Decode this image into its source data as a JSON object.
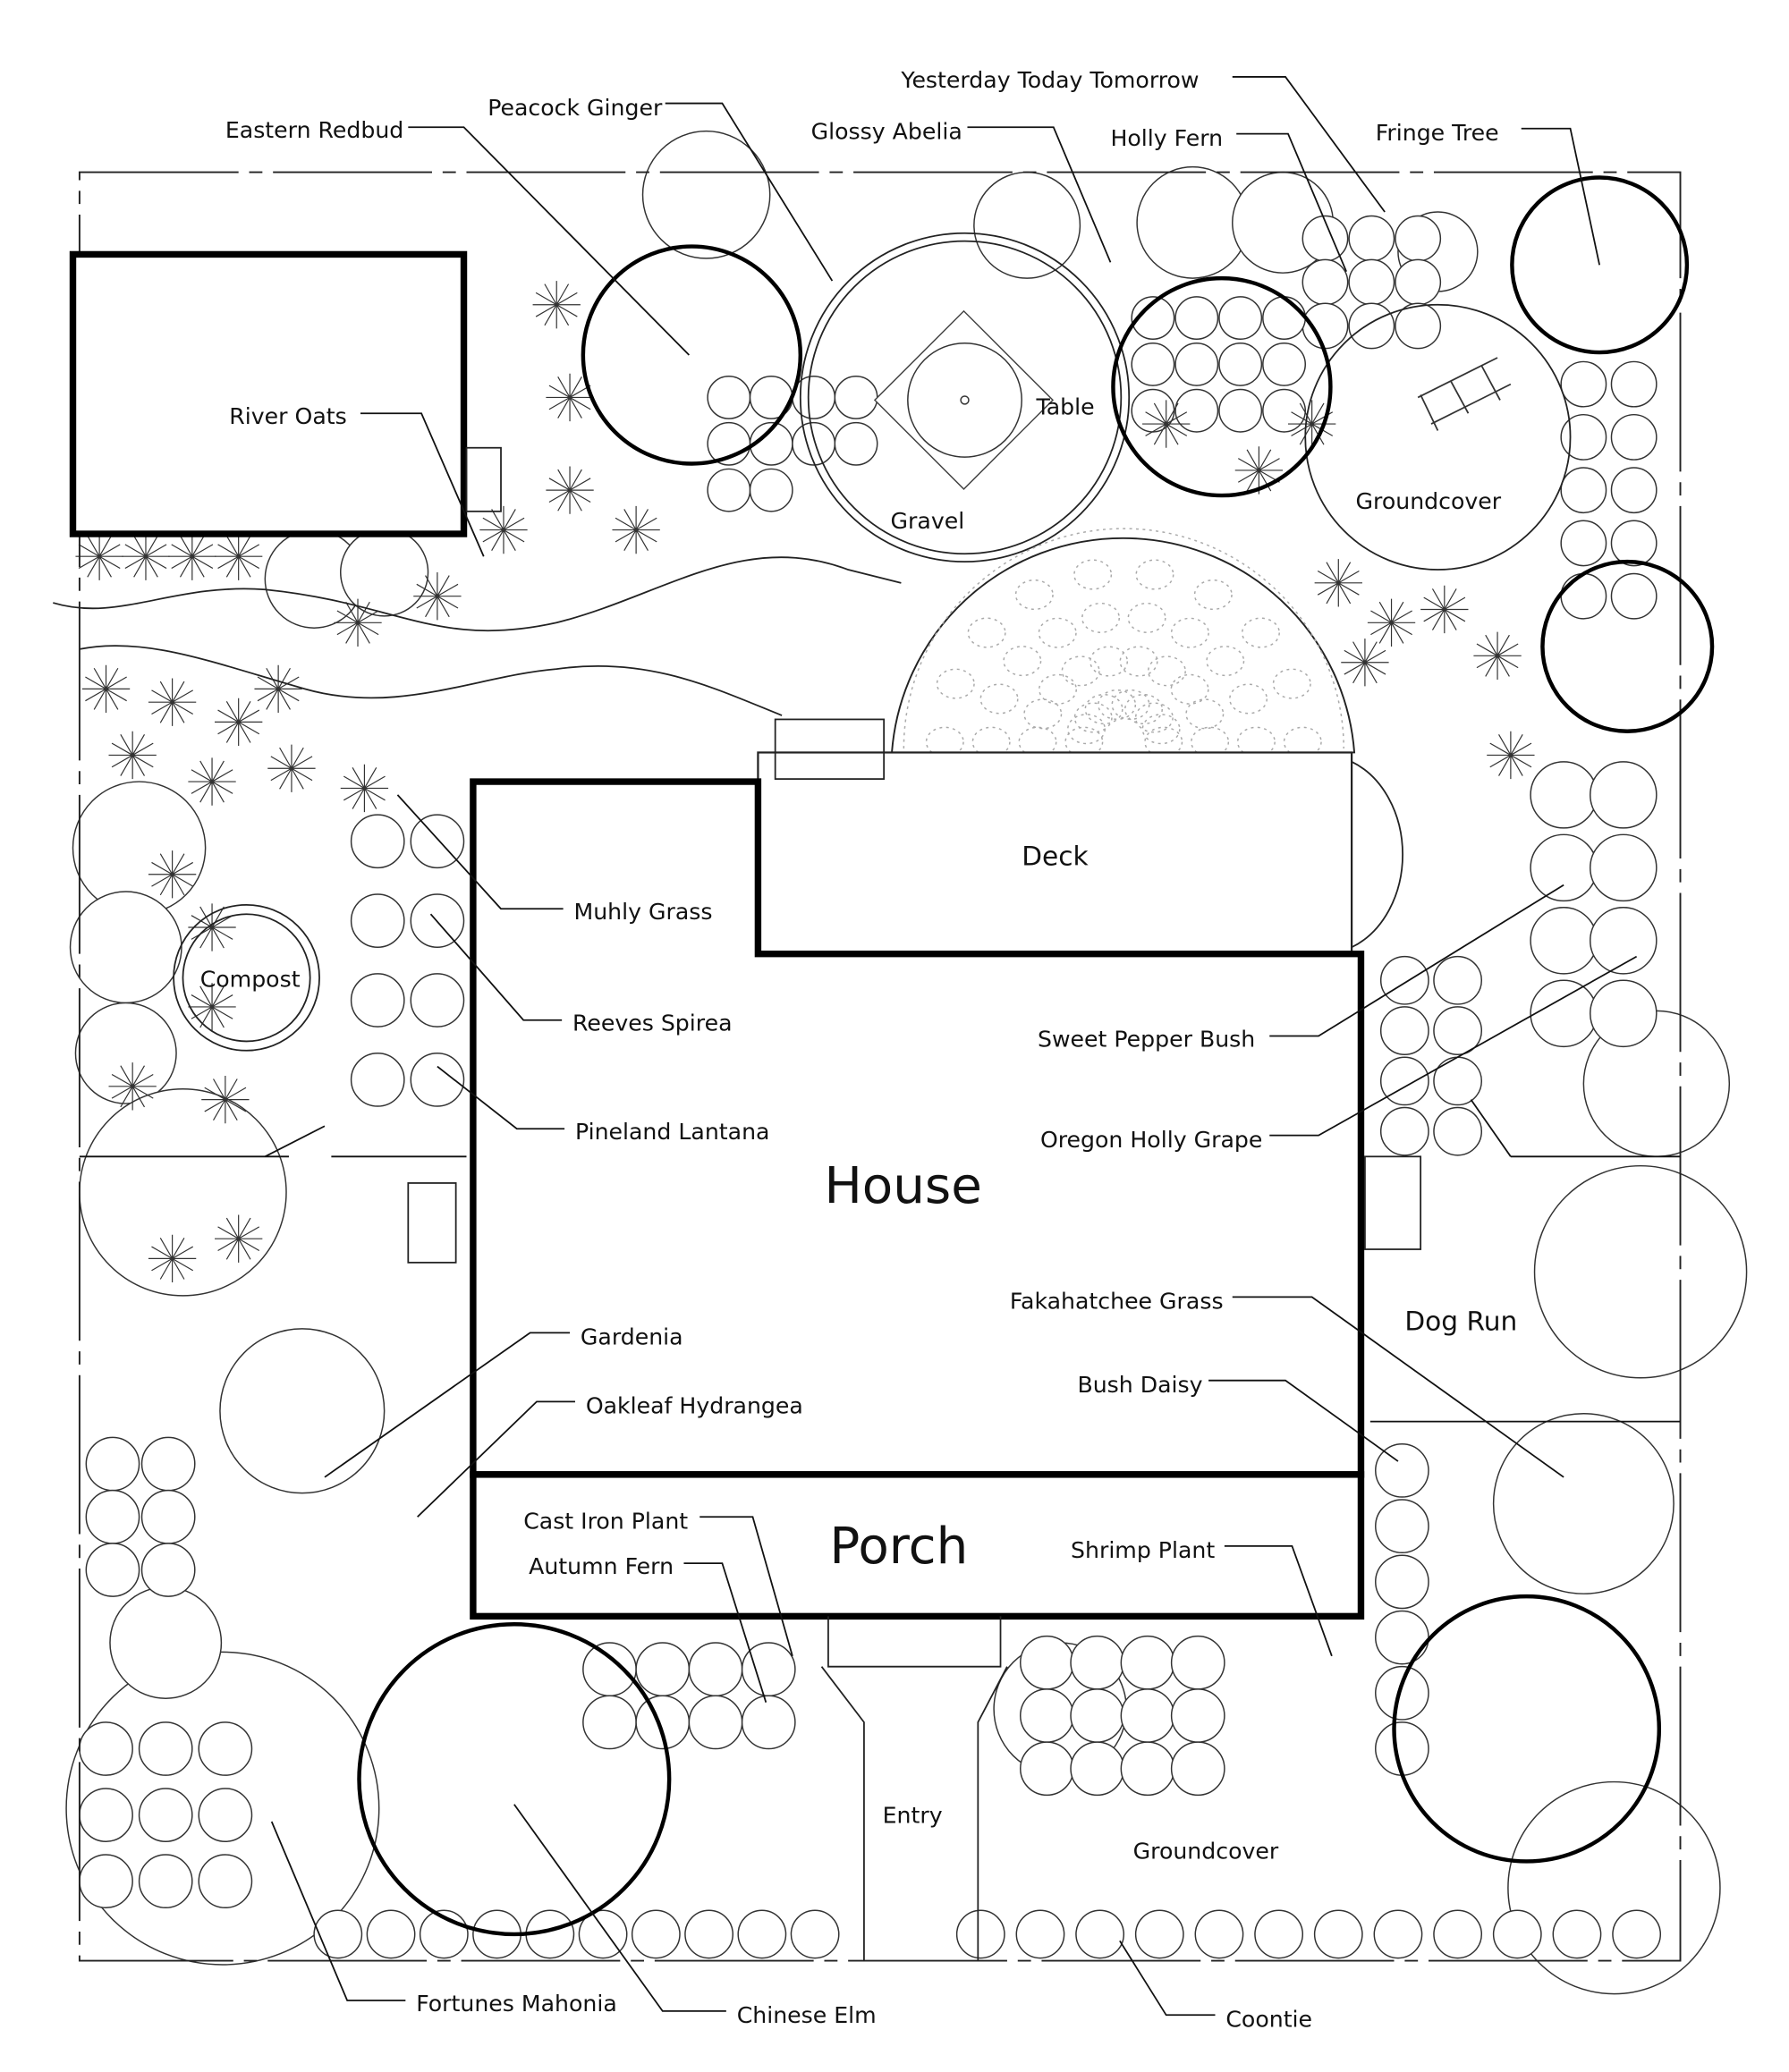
{
  "title": "Landscape Plan",
  "areas": {
    "house": "House",
    "porch": "Porch",
    "deck": "Deck",
    "table": "Table",
    "gravel": "Gravel",
    "groundcover_north": "Groundcover",
    "groundcover_south": "Groundcover",
    "compost": "Compost",
    "dog_run": "Dog Run",
    "entry": "Entry"
  },
  "plant_labels": {
    "yesterday_today_tomorrow": "Yesterday Today Tomorrow",
    "peacock_ginger": "Peacock Ginger",
    "eastern_redbud": "Eastern Redbud",
    "glossy_abelia": "Glossy Abelia",
    "holly_fern": "Holly Fern",
    "fringe_tree": "Fringe Tree",
    "river_oats": "River Oats",
    "muhly_grass": "Muhly Grass",
    "reeves_spirea": "Reeves Spirea",
    "pineland_lantana": "Pineland Lantana",
    "sweet_pepper_bush": "Sweet Pepper Bush",
    "oregon_holly_grape": "Oregon Holly Grape",
    "fakahatchee_grass": "Fakahatchee Grass",
    "gardenia": "Gardenia",
    "oakleaf_hydrangea": "Oakleaf Hydrangea",
    "bush_daisy": "Bush Daisy",
    "cast_iron_plant": "Cast Iron Plant",
    "autumn_fern": "Autumn Fern",
    "shrimp_plant": "Shrimp Plant",
    "fortunes_mahonia": "Fortunes Mahonia",
    "chinese_elm": "Chinese Elm",
    "coontie": "Coontie"
  }
}
